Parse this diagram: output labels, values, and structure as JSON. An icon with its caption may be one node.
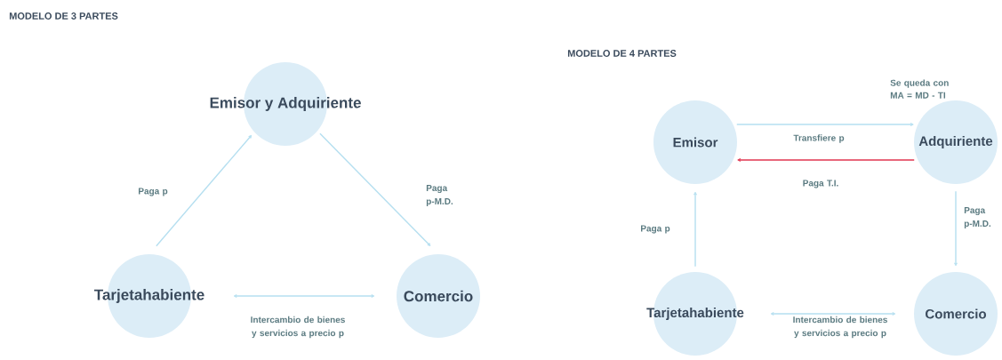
{
  "diagram": {
    "nodes": [
      {
        "text": [
          "Emisor y Adquiriente"
        ]
      },
      {
        "text": [
          "Tarjetahabiente"
        ]
      },
      {
        "text": [
          "Comercio"
        ]
      },
      {
        "text": [
          "Emisor"
        ]
      },
      {
        "text": [
          "Adquiriente"
        ],
        "beside": [
          "Se queda con MA = MD - TI"
        ]
      },
      {
        "text": [
          "Tarjetahabiente"
        ]
      },
      {
        "text": [
          "Comercio"
        ]
      }
    ],
    "edges": [
      {
        "from": 1,
        "to": 0,
        "arrow": "to",
        "label": "Paga p"
      },
      {
        "from": 0,
        "to": 2,
        "arrow": "to",
        "label": "Paga p-M.D."
      },
      {
        "from": 1,
        "to": 2,
        "arrow": "both",
        "label": "Intercambio de bienes y servicios a precio p"
      },
      {
        "from": 3,
        "to": 4,
        "arrow": "to",
        "label": "Transfiere p"
      },
      {
        "from": 4,
        "to": 3,
        "arrow": "to",
        "label": "Paga T.I.",
        "color": "#e0354f"
      },
      {
        "from": 5,
        "to": 3,
        "arrow": "to",
        "label": "Paga p"
      },
      {
        "from": 4,
        "to": 6,
        "arrow": "to",
        "label": "Paga p-M.D."
      },
      {
        "from": 5,
        "to": 6,
        "arrow": "both",
        "label": "Intercambio de bienes y servicios a precio p"
      }
    ],
    "labels": [
      "MODELO DE 3 PARTES",
      "MODELO DE 4 PARTES"
    ]
  }
}
